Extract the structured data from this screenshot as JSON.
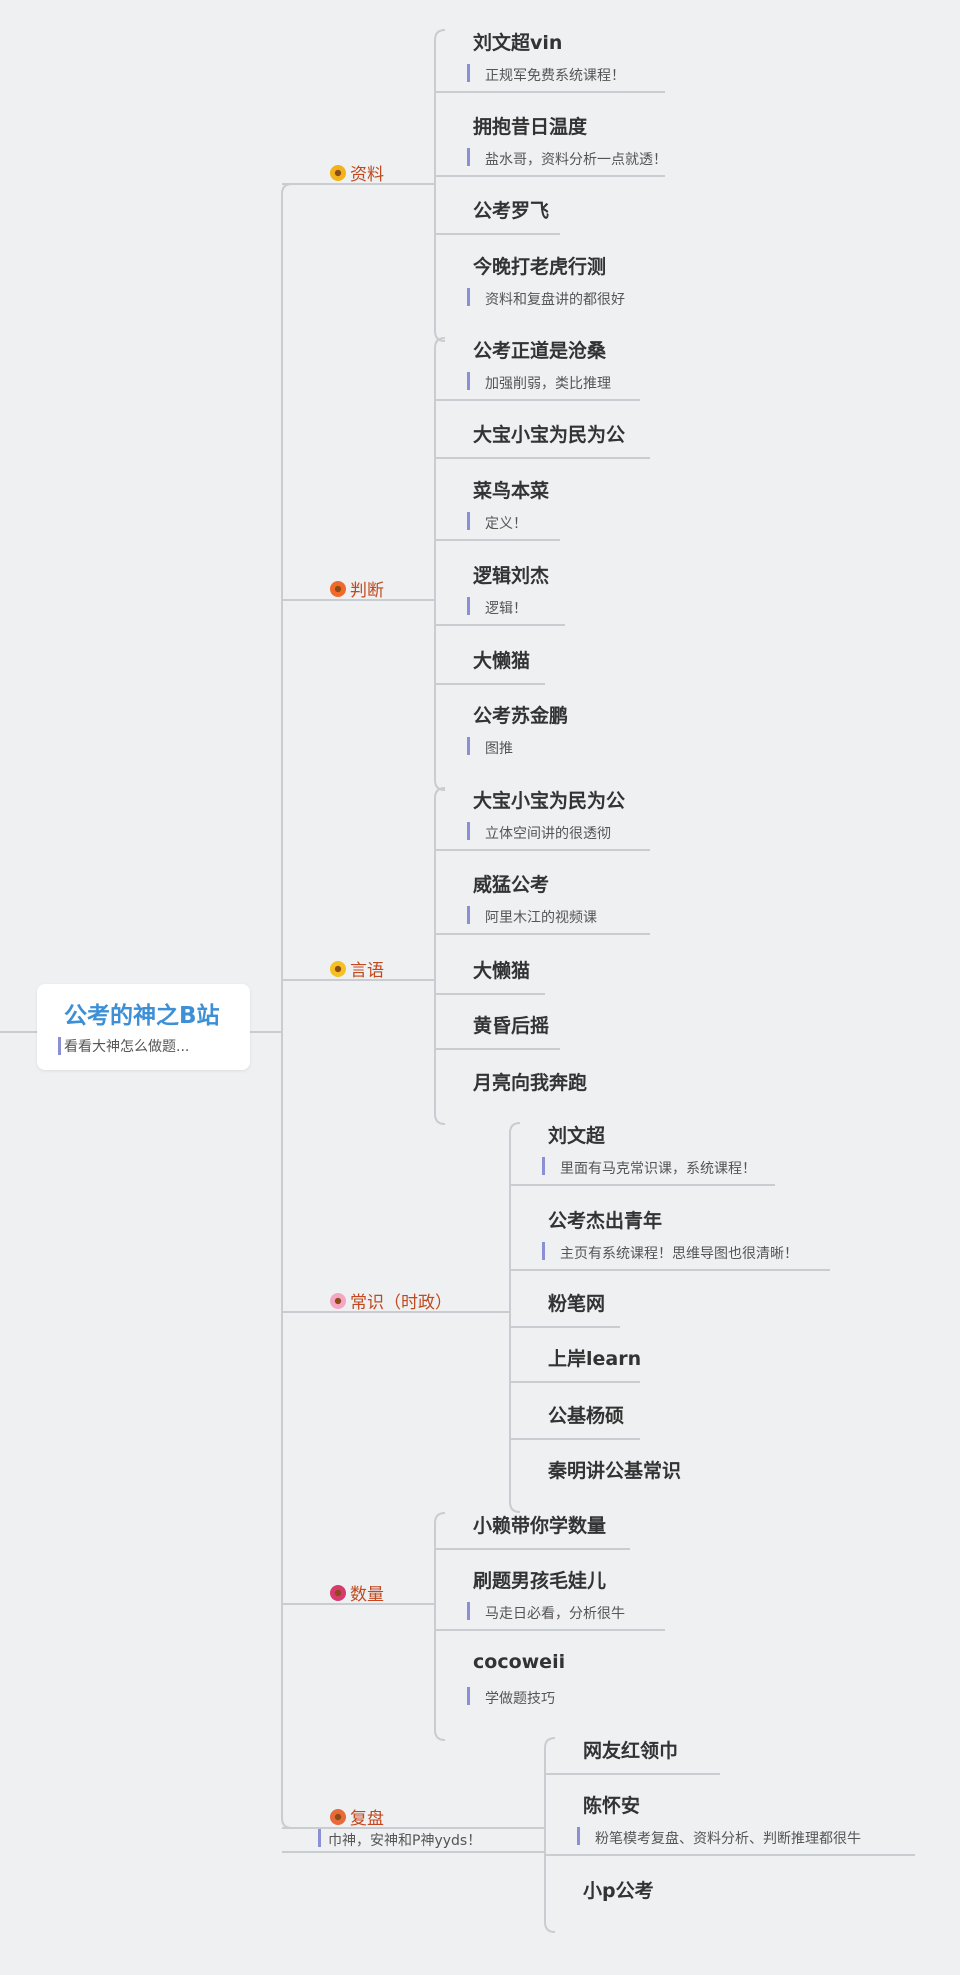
{
  "root": {
    "title": "公考的神之B站",
    "note": "看看大神怎么做题..."
  },
  "categories": [
    {
      "label": "资料",
      "icon": "sunflower-icon",
      "icon_color": "#f2b21c",
      "note": "",
      "items": [
        {
          "title": "刘文超vin",
          "note": "正规军免费系统课程！"
        },
        {
          "title": "拥抱昔日温度",
          "note": "盐水哥，资料分析一点就透！"
        },
        {
          "title": "公考罗飞",
          "note": ""
        },
        {
          "title": "今晚打老虎行测",
          "note": "资料和复盘讲的都很好"
        }
      ]
    },
    {
      "label": "判断",
      "icon": "orange-flower-icon",
      "icon_color": "#f06a2c",
      "note": "",
      "items": [
        {
          "title": "公考正道是沧桑",
          "note": "加强削弱，类比推理"
        },
        {
          "title": "大宝小宝为民为公",
          "note": ""
        },
        {
          "title": "菜鸟本菜",
          "note": "定义！"
        },
        {
          "title": "逻辑刘杰",
          "note": "逻辑！"
        },
        {
          "title": "大懒猫",
          "note": ""
        },
        {
          "title": "公考苏金鹏",
          "note": "图推"
        }
      ]
    },
    {
      "label": "言语",
      "icon": "sun-icon",
      "icon_color": "#f5c023",
      "note": "",
      "items": [
        {
          "title": "大宝小宝为民为公",
          "note": "立体空间讲的很透彻"
        },
        {
          "title": "威猛公考",
          "note": "阿里木江的视频课"
        },
        {
          "title": "大懒猫",
          "note": ""
        },
        {
          "title": "黄昏后摇",
          "note": ""
        },
        {
          "title": "月亮向我奔跑",
          "note": ""
        }
      ]
    },
    {
      "label": "常识（时政）",
      "icon": "cherry-blossom-icon",
      "icon_color": "#f4a6c4",
      "note": "",
      "items": [
        {
          "title": "刘文超",
          "note": "里面有马克常识课，系统课程！"
        },
        {
          "title": "公考杰出青年",
          "note": "主页有系统课程！思维导图也很清晰！"
        },
        {
          "title": "粉笔网",
          "note": ""
        },
        {
          "title": "上岸learn",
          "note": ""
        },
        {
          "title": "公基杨硕",
          "note": ""
        },
        {
          "title": "秦明讲公基常识",
          "note": ""
        }
      ]
    },
    {
      "label": "数量",
      "icon": "hibiscus-icon",
      "icon_color": "#d83a6e",
      "note": "",
      "items": [
        {
          "title": "小赖带你学数量",
          "note": ""
        },
        {
          "title": "刷题男孩毛娃儿",
          "note": "马走日必看，分析很牛"
        },
        {
          "title": "cocoweii",
          "note": "学做题技巧"
        }
      ]
    },
    {
      "label": "复盘",
      "icon": "tulip-bouquet-icon",
      "icon_color": "#e8693a",
      "note": "巾神，安神和P神yyds！",
      "items": [
        {
          "title": "网友红领巾",
          "note": ""
        },
        {
          "title": "陈怀安",
          "note": "粉笔模考复盘、资料分析、判断推理都很牛"
        },
        {
          "title": "小p公考",
          "note": ""
        }
      ]
    }
  ]
}
